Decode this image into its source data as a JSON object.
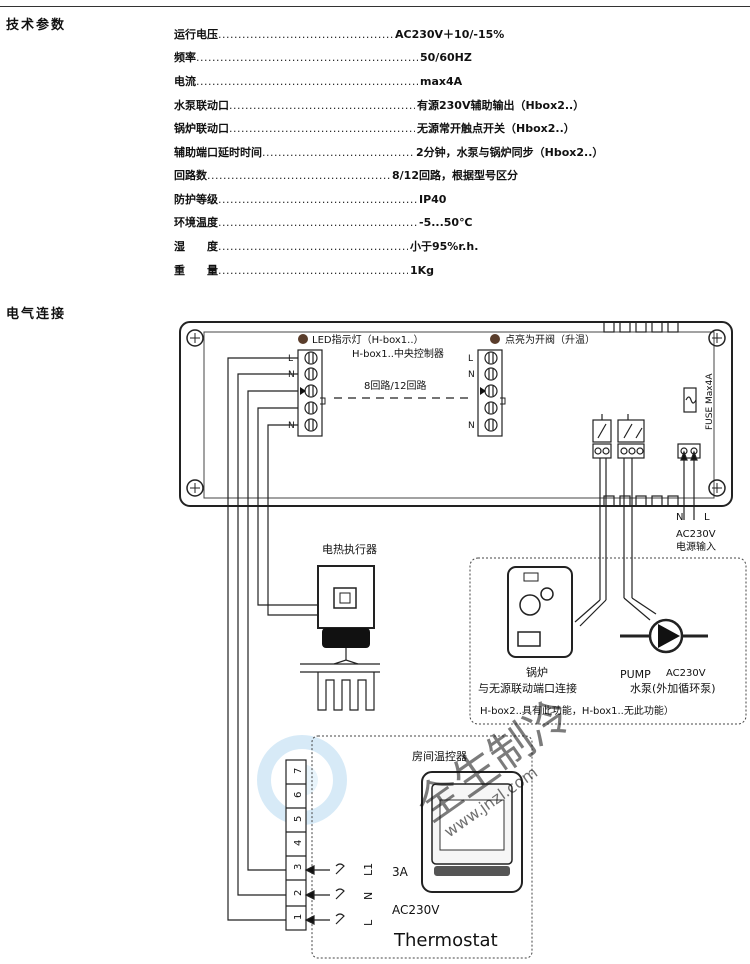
{
  "sections": {
    "specs_title": "技术参数",
    "wiring_title": "电气连接"
  },
  "specs": [
    {
      "label": "运行电压",
      "value": "AC230V＋10/-15%"
    },
    {
      "label": "频率",
      "value": "50/60HZ"
    },
    {
      "label": "电流",
      "value": "max4A"
    },
    {
      "label": "水泵联动口",
      "value": "有源230V辅助输出（Hbox2..）"
    },
    {
      "label": "锅炉联动口",
      "value": "无源常开触点开关（Hbox2..）"
    },
    {
      "label": "辅助端口延时时间",
      "value": "2分钟，水泵与锅炉同步（Hbox2..）"
    },
    {
      "label": "回路数",
      "value": "8/12回路，根据型号区分"
    },
    {
      "label": "防护等级",
      "value": "IP40"
    },
    {
      "label": "环境温度",
      "value": "-5...50℃"
    },
    {
      "label": "湿　　度",
      "value": "小于95%r.h."
    },
    {
      "label": "重　　量",
      "value": "1Kg"
    }
  ],
  "diagram": {
    "led_label": "LED指示灯（H-box1..）",
    "central_controller": "H-box1..中央控制器",
    "contact_label": "点亮为开阀（升温）",
    "loops_label": "8回路/12回路",
    "fuse_label": "FUSE Max4A",
    "terminal_letters": [
      "L",
      "N",
      "",
      "",
      "N"
    ],
    "mains_n": "N",
    "mains_l": "L",
    "mains_voltage": "AC230V",
    "mains_input": "电源输入",
    "actuator_label": "电热执行器",
    "boiler_label": "锅炉",
    "boiler_connection": "与无源联动端口连接",
    "pump_label": "PUMP",
    "pump_voltage": "AC230V",
    "pump_desc": "水泵(外加循环泵)",
    "hbox_note": "H-box2..具有此功能，H-box1..无此功能）",
    "room_thermostat": "房间温控器",
    "thermostat_terminals": [
      "1",
      "2",
      "3",
      "4",
      "5",
      "6",
      "7"
    ],
    "thermo_l1": "L1",
    "thermo_n": "N",
    "thermo_l": "L",
    "current_3a": "3A",
    "thermostat_voltage": "AC230V",
    "thermostat_label": "Thermostat",
    "watermark_text": "全生制冷",
    "watermark_url": "www.jnzl.com"
  }
}
